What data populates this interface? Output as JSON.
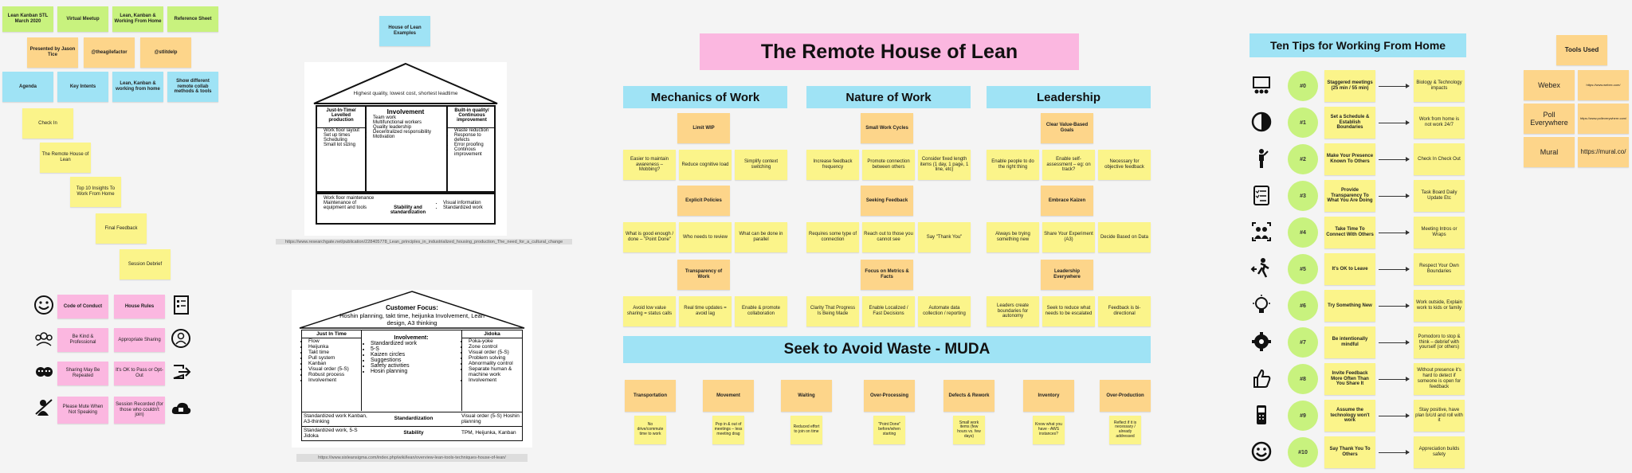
{
  "left_column": {
    "row1": [
      "Lean Kanban STL March 2020",
      "Virtual Meetup",
      "Lean, Kanban & Working From Home",
      "Reference Sheet"
    ],
    "row2": [
      "Presented by Jason Tice",
      "@theagilefactor",
      "@stlitdelp"
    ],
    "row3": [
      "Agenda",
      "Key Intents",
      "Lean, Kanban & working from home",
      "Show different remote collab methods & tools"
    ],
    "agenda": [
      "Check In",
      "The Remote House of Lean",
      "Top 10 Insights To Work From Home",
      "Final Feedback",
      "Session Debrief"
    ],
    "conduct": [
      "Code of Conduct",
      "House Rules",
      "Be Kind & Professional",
      "Appropriate Sharing",
      "Sharing May Be Repeated",
      "It's OK to Pass or Opt-Out",
      "Please Mute When Not Speaking",
      "Session Recorded (for those who couldn't join)"
    ]
  },
  "houses": {
    "title": "House of Lean Examples",
    "house1": {
      "roof": "Highest quality, lowest cost, shortest leadtime",
      "pillar1_title": "Just-In-Time/ Levelled production",
      "pillar1_items": [
        "Work floor layout",
        "Set up times",
        "Scheduling",
        "Small lot sizing"
      ],
      "center_title": "Involvement",
      "center_items": [
        "Team work",
        "Multifunctional workers",
        "Quality leadership",
        "Decentralized responsibility",
        "Motivation"
      ],
      "pillar2_title": "Built-in quality/ Continuous improvement",
      "pillar2_items": [
        "Waste reduction",
        "Response to defects",
        "Error proofing",
        "Continous improvement"
      ],
      "base_left": [
        "Work floor maintenance",
        "Maintenance of equipment and tools"
      ],
      "base_title": "Stability and standardization",
      "base_right": [
        "Visual information",
        "Standardized work"
      ],
      "url": "https://www.researchgate.net/publication/228405778_Lean_principles_in_industrialized_housing_production_The_need_for_a_cultural_change"
    },
    "house2": {
      "roof_title": "Customer Focus:",
      "roof_text": "Hoshin planning, takt time, heijunka Involvement, Lean design, A3 thinking",
      "pillar1_title": "Just In Time",
      "pillar1_items": [
        "Flow",
        "Heijunka",
        "Takt time",
        "Pull system",
        "Kanban",
        "Visual order (5-S)",
        "Robust process",
        "Involvement"
      ],
      "center_title": "Involvement:",
      "center_items": [
        "Standardized work",
        "5-S",
        "Kaizen circles",
        "Suggestions",
        "Safety activities",
        "Hosin planning"
      ],
      "pillar2_title": "Jidoka",
      "pillar2_items": [
        "Poka-yoke",
        "Zone control",
        "Visual order (5-S)",
        "Problem solving",
        "Abnormality control",
        "Separate human & machine work",
        "Involvement"
      ],
      "std_left": "Standardized work Kanban, A3-thinking",
      "std_title": "Standardization",
      "std_right": "Visual order (5-S) Hoshin planning",
      "stab_left": "Standardized work, 5-S Jidoka",
      "stab_title": "Stability",
      "stab_right": "TPM, Heijunka, Kanban",
      "url": "https://www.sixleansigma.com/index.php/wiki/lean/overview-lean-tools-techniques-house-of-lean/"
    }
  },
  "center": {
    "title": "The Remote House of Lean",
    "mechanics": {
      "header": "Mechanics of Work",
      "groups": [
        {
          "topic": "Limit WIP",
          "items": [
            "Easier to maintain awareness – Mobbing?",
            "Reduce cognitive load",
            "Simplify context switching"
          ]
        },
        {
          "topic": "Explicit Policies",
          "items": [
            "What is good enough / done – \"Point Done\"",
            "Who needs to review",
            "What can be done in parallel"
          ]
        },
        {
          "topic": "Transparency of Work",
          "items": [
            "Avoid low value sharing = status calls",
            "Real time updates = avoid lag",
            "Enable & promote collaboration"
          ]
        }
      ]
    },
    "nature": {
      "header": "Nature of Work",
      "groups": [
        {
          "topic": "Small Work Cycles",
          "items": [
            "Increase feedback frequency",
            "Promote connection between others",
            "Consider fixed length items (1 day, 1 page, 1 line, etc)"
          ]
        },
        {
          "topic": "Seeking Feedback",
          "items": [
            "Requires some type of connection",
            "Reach out to those you cannot see",
            "Say \"Thank You\""
          ]
        },
        {
          "topic": "Focus on Metrics & Facts",
          "items": [
            "Clarity That Progress Is Being Made",
            "Enable Localized / Fast Decisions",
            "Automate data collection / reporting"
          ]
        }
      ]
    },
    "leadership": {
      "header": "Leadership",
      "groups": [
        {
          "topic": "Clear Value-Based Goals",
          "items": [
            "Enable people to do the right thing",
            "Enable self-assessment – eg: on track?",
            "Necessary for objective feedback"
          ]
        },
        {
          "topic": "Embrace Kaizen",
          "items": [
            "Always be trying something new",
            "Share Your Experiment (A3)",
            "Decide Based on Data"
          ]
        },
        {
          "topic": "Leadership Everywhere",
          "items": [
            "Leaders create boundaries for autonomy",
            "Seek to reduce what needs to be escalated",
            "Feedback is bi-directional"
          ]
        }
      ]
    },
    "waste_title": "Seek to Avoid Waste - MUDA",
    "waste": [
      {
        "name": "Transportation",
        "note": "No drive/commute time to work"
      },
      {
        "name": "Movement",
        "note": "Pop in & out of meetings – less meeting drag"
      },
      {
        "name": "Waiting",
        "note": "Reduced effort to join on time"
      },
      {
        "name": "Over-Processing",
        "note": "\"Point Done\" before/when starting"
      },
      {
        "name": "Defects & Rework",
        "note": "Small work items (few hours vs. few days)"
      },
      {
        "name": "Inventory",
        "note": "Know what you have - AWS instances?"
      },
      {
        "name": "Over-Production",
        "note": "Reflect if it is necessary / already addressed"
      }
    ]
  },
  "tips": {
    "title": "Ten Tips for Working From Home",
    "items": [
      {
        "num": "#0",
        "tip": "Staggered meetings (25 min / 55 min)",
        "note": "Biology & Technology impacts",
        "icon": "meeting-board-icon"
      },
      {
        "num": "#1",
        "tip": "Set a Schedule & Establish Boundaries",
        "note": "Work from home is not work 24/7",
        "icon": "clock-icon"
      },
      {
        "num": "#2",
        "tip": "Make Your Presence Known To Others",
        "note": "Check In Check Out",
        "icon": "person-icon"
      },
      {
        "num": "#3",
        "tip": "Provide Transparency To What You Are Doing",
        "note": "Task Board Daily Update Etc",
        "icon": "checklist-icon"
      },
      {
        "num": "#4",
        "tip": "Take Time To Connect With Others",
        "note": "Meeting Intros or Wraps",
        "icon": "people-icon"
      },
      {
        "num": "#5",
        "tip": "It's OK to Leave",
        "note": "Respect Your Own Boundaries",
        "icon": "exit-icon"
      },
      {
        "num": "#6",
        "tip": "Try Something New",
        "note": "Work outside, Explain work to kids or family",
        "icon": "lightbulb-icon"
      },
      {
        "num": "#7",
        "tip": "Be intentionally mindful",
        "note": "Pomodoro to stop & think – debrief with yourself (or others)",
        "icon": "brain-gear-icon"
      },
      {
        "num": "#8",
        "tip": "Invite Feedback More Often Than You Share It",
        "note": "Without presence it's hard to detect if someone is open for feedback",
        "icon": "thumbs-up-icon"
      },
      {
        "num": "#9",
        "tip": "Assume the technology won't work",
        "note": "Stay positive, have plan b/c/d and roll with it",
        "icon": "phone-icon"
      },
      {
        "num": "#10",
        "tip": "Say Thank You To Others",
        "note": "Appreciation builds safety",
        "icon": "smile-icon"
      }
    ]
  },
  "tools": {
    "title": "Tools Used",
    "items": [
      {
        "name": "Webex",
        "link": "https://www.webex.com/"
      },
      {
        "name": "Poll Everywhere",
        "link": "https://www.polleverywhere.com/"
      },
      {
        "name": "Mural",
        "link": "https://mural.co/"
      }
    ]
  },
  "colors": {
    "green": "#c8f27e",
    "orange": "#fdd58a",
    "cyan": "#9fe3f5",
    "yellow": "#fbf48a",
    "pink": "#fbb7e0",
    "title_pink": "#fbb7e0"
  }
}
